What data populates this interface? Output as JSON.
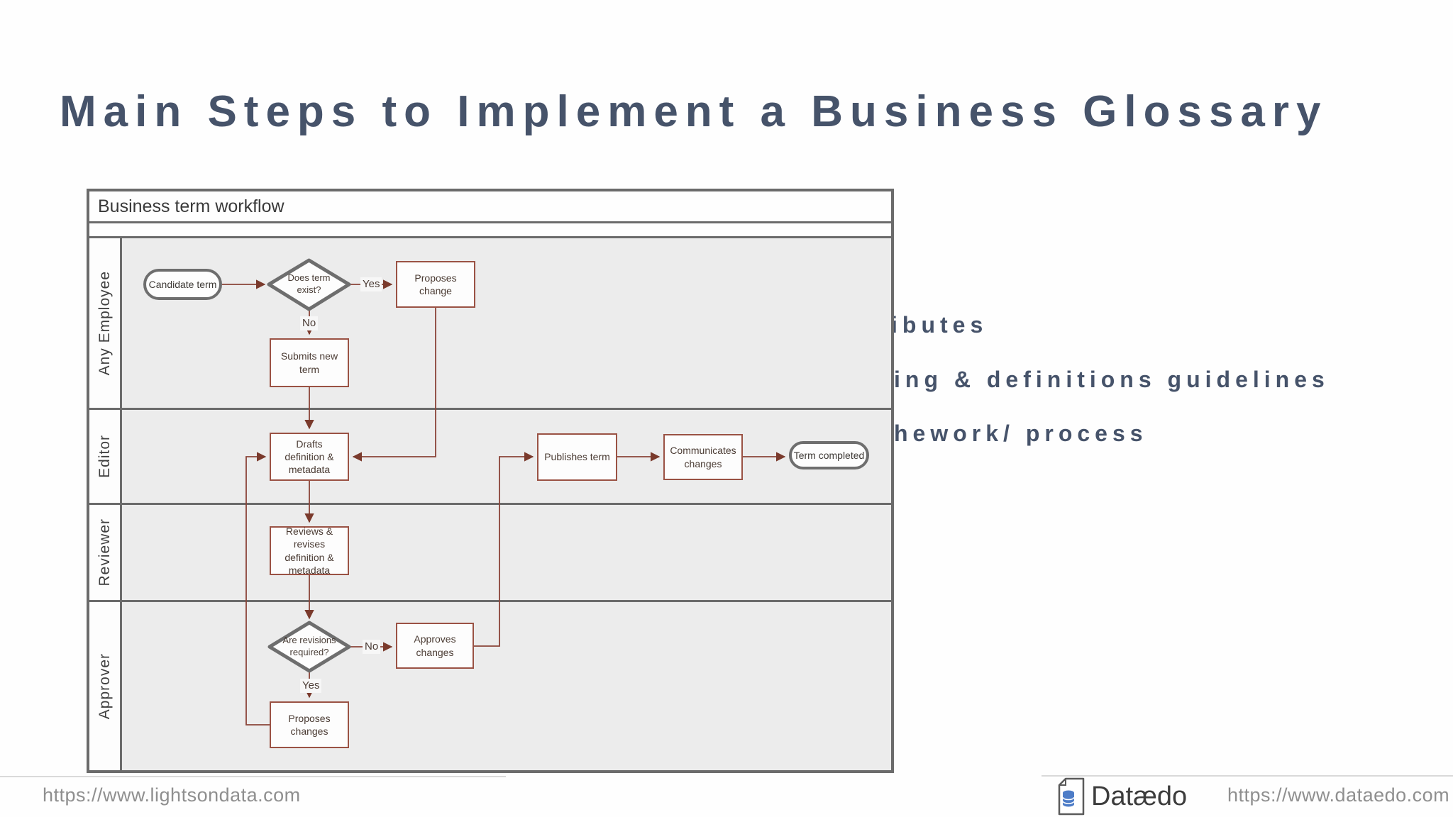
{
  "slide": {
    "title": "Main Steps to Implement a Business Glossary",
    "bullet_fragments": {
      "line1": "ibutes",
      "line2": "ing & definitions guidelines",
      "line3": "hework/ process"
    }
  },
  "diagram": {
    "title": "Business term workflow",
    "lanes": {
      "lane1": "Any Employee",
      "lane2": "Editor",
      "lane3": "Reviewer",
      "lane4": "Approver"
    },
    "nodes": {
      "candidate_term": "Candidate term",
      "does_term_exist": "Does term exist?",
      "proposes_change": "Proposes change",
      "submits_new_term": "Submits new term",
      "drafts_definition": "Drafts definition & metadata",
      "publishes_term": "Publishes term",
      "communicates_changes": "Communicates changes",
      "term_completed": "Term completed",
      "reviews_revises": "Reviews & revises definition & metadata",
      "are_revisions_required": "Are revisions required?",
      "approves_changes": "Approves changes",
      "proposes_changes": "Proposes changes"
    },
    "edge_labels": {
      "yes": "Yes",
      "no": "No"
    }
  },
  "footer": {
    "left_url": "https://www.lightsondata.com",
    "right_url": "https://www.dataedo.com",
    "logo_text": "Datædo"
  },
  "colors": {
    "title_text": "#46536a",
    "connector": "#8a4438",
    "arrowhead": "#7a3a2c",
    "process_border": "#9a5244",
    "terminator_border": "#6e6e6e",
    "lane_background": "#ececec",
    "frame_border": "#6b6b6b"
  }
}
